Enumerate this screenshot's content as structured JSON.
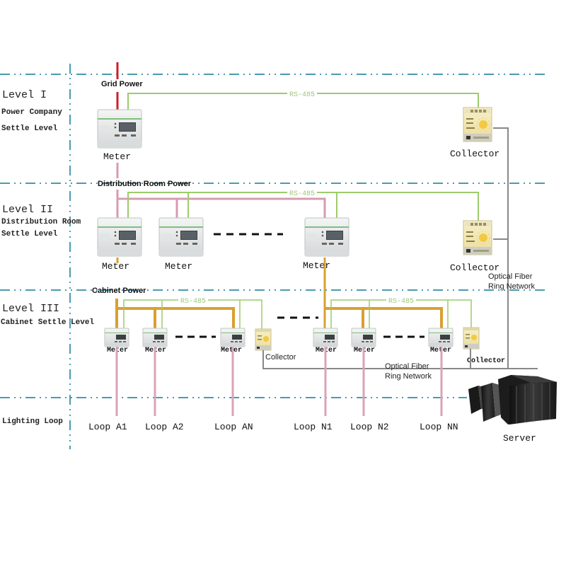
{
  "colors": {
    "grid_line": "#4a9bb0",
    "grid_power": "#cc1f2a",
    "distribution_power": "#d79bb0",
    "cabinet_power": "#d9a030",
    "rs485": "#9ccc6a",
    "optical_fiber": "#888888",
    "loop_line": "#d9a3b8"
  },
  "levels": [
    {
      "title": "Level I",
      "subtitle_lines": [
        "Power Company",
        "Settle Level"
      ]
    },
    {
      "title": "Level II",
      "subtitle_lines": [
        "Distribution Room",
        "Settle Level"
      ]
    },
    {
      "title": "Level III",
      "subtitle_lines": [
        "Cabinet Settle Level"
      ]
    },
    {
      "title": "",
      "subtitle_lines": [
        "Lighting Loop"
      ]
    }
  ],
  "power_labels": {
    "grid": "Grid Power",
    "distribution": "Distribution Room Power",
    "cabinet": "Cabinet Power"
  },
  "bus_label": "RS-485",
  "optical_label_lines": [
    "Optical Fiber",
    "Ring Network"
  ],
  "device_labels": {
    "meter": "Meter",
    "collector": "Collector",
    "server": "Server"
  },
  "ellipsis": "- - - -",
  "loops": [
    "Loop A1",
    "Loop A2",
    "Loop AN",
    "Loop N1",
    "Loop N2",
    "Loop NN"
  ]
}
